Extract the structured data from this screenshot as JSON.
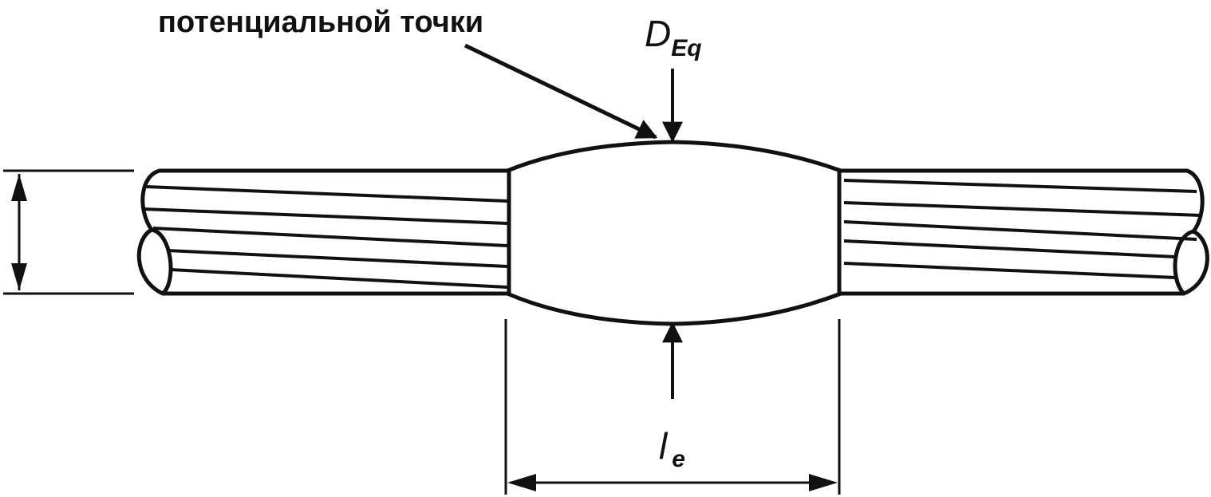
{
  "labels": {
    "annotation": "потенциальной точки",
    "diameter_symbol": "D",
    "diameter_subscript": "Eq",
    "length_symbol": "l",
    "length_subscript": "e"
  },
  "colors": {
    "ink": "#111111",
    "background": "#ffffff"
  }
}
